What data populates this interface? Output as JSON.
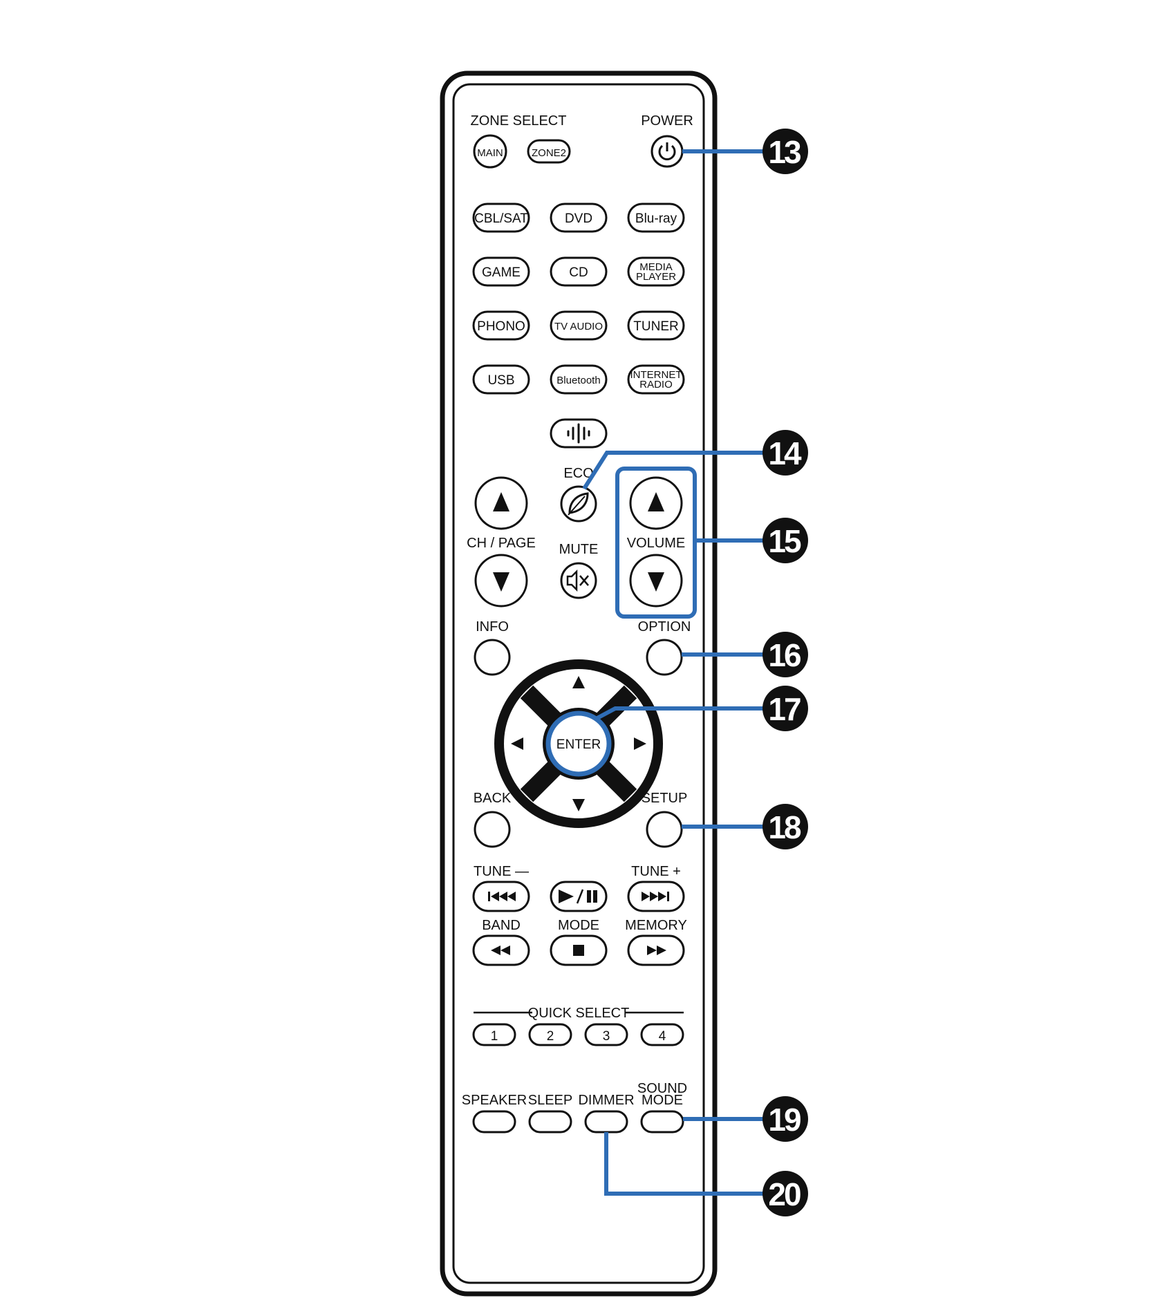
{
  "colors": {
    "outline": "#111111",
    "accent": "#2f6db5",
    "callout_bg": "#111111"
  },
  "labels": {
    "zone_select": "ZONE SELECT",
    "power": "POWER",
    "eco": "ECO",
    "ch_page": "CH / PAGE",
    "mute": "MUTE",
    "volume": "VOLUME",
    "info": "INFO",
    "option": "OPTION",
    "back": "BACK",
    "setup": "SETUP",
    "tune_minus": "TUNE —",
    "tune_plus": "TUNE +",
    "band": "BAND",
    "mode": "MODE",
    "memory": "MEMORY",
    "quick_select": "QUICK SELECT",
    "speaker": "SPEAKER",
    "sleep": "SLEEP",
    "dimmer": "DIMMER",
    "sound_mode_1": "SOUND",
    "sound_mode_2": "MODE"
  },
  "buttons": {
    "main": "MAIN",
    "zone2": "ZONE2",
    "cbl_sat": "CBL/SAT",
    "dvd": "DVD",
    "bluray": "Blu-ray",
    "game": "GAME",
    "cd": "CD",
    "media_player_1": "MEDIA",
    "media_player_2": "PLAYER",
    "phono": "PHONO",
    "tv_audio": "TV AUDIO",
    "tuner": "TUNER",
    "usb": "USB",
    "bluetooth": "Bluetooth",
    "internet_radio_1": "INTERNET",
    "internet_radio_2": "RADIO",
    "enter": "ENTER",
    "qs1": "1",
    "qs2": "2",
    "qs3": "3",
    "qs4": "4"
  },
  "icons": {
    "power": "power-icon",
    "heos": "heos-icon",
    "eco": "leaf-icon",
    "mute": "speaker-mute-icon",
    "up": "triangle-up-icon",
    "down": "triangle-down-icon",
    "play_pause": "play-pause-icon",
    "prev": "skip-back-icon",
    "next": "skip-forward-icon",
    "rewind": "rewind-icon",
    "forward": "fast-forward-icon",
    "stop": "stop-icon"
  },
  "callouts": [
    "13",
    "14",
    "15",
    "16",
    "17",
    "18",
    "19",
    "20"
  ]
}
